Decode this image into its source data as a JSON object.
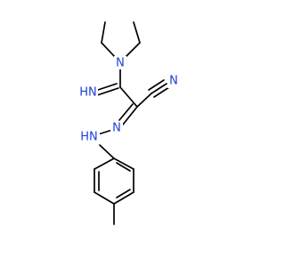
{
  "molecule": {
    "atoms": {
      "n_amine": {
        "label": "N",
        "color": "#1f3fd6"
      },
      "n_imine": {
        "label": "HN",
        "color": "#1f3fd6"
      },
      "n_nitrile": {
        "label": "N",
        "color": "#1f3fd6"
      },
      "nh_hydrazone": {
        "label": "HN",
        "color": "#1f3fd6"
      },
      "n_hydrazone": {
        "label": "N",
        "color": "#1f3fd6"
      }
    },
    "bond_color": "#000000",
    "background": "#ffffff"
  }
}
